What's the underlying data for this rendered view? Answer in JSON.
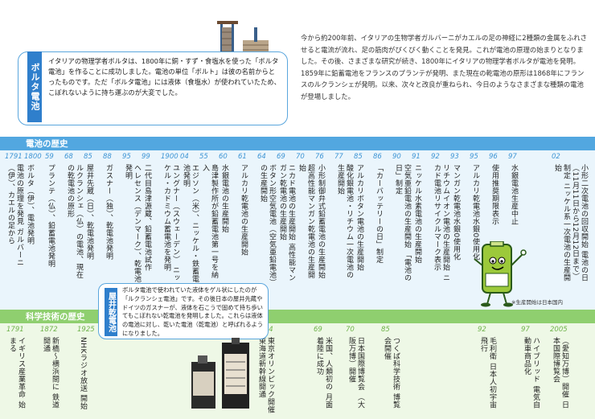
{
  "callout": {
    "tag": "ボルタ電池",
    "text": "イタリアの物理学者ボルタは、1800年に銅・すず・食塩水を使った「ボルタ電池」を作ることに成功しました。電池の単位「ボルト」は彼の名前からとったものです。ただ「ボルタ電池」には液体（食塩水）が使われていたため、こぼれないように持ち運ぶのが大変でした。"
  },
  "intro": "今から約200年前、イタリアの生物学者ガルバーニがカエルの足の神経に2種類の金属をふれさせると電流が流れ、足の筋肉がぴくぴく動くことを発見。これが電池の原理の始まりとなりました。その後、さまざまな研究が続き、1800年にイタリアの物理学者ボルタが電池を発明。1859年に鉛蓄電池をフランスのプランテが発明、また現在の乾電池の原形は1868年にフランスのルクランシェが発明。以来、次々と改良が重ねられ、今日のようなさまざまな種類の電池が登場しました。",
  "battery_history": {
    "title": "電池の歴史",
    "events": [
      {
        "year": "1791",
        "text": "電池の原理を発見 ガルバーニ（伊）、カエルの足から"
      },
      {
        "year": "1800",
        "text": "ボルタ（伊）、電池発明"
      },
      {
        "year": "59",
        "text": "プランテ（仏）、鉛蓄電池発明"
      },
      {
        "year": "68",
        "text": "ルクランシェ（仏）の電池、現在の乾電池の原形"
      },
      {
        "year": "85",
        "text": "屋井先蔵（日）、乾電池発明"
      },
      {
        "year": "88",
        "text": "ガスナー（独）、乾電池発明"
      },
      {
        "year": "95",
        "text": "ヘレセンス（デンマーク）、乾電池発明"
      },
      {
        "year": "99",
        "text": "二代目島津源蔵、鉛蓄電池試作"
      },
      {
        "year": "1900",
        "text": "ユングナー（スウェーデン） ニッケル・カドミウム蓄電池を発明"
      },
      {
        "year": "04",
        "text": "エジソン（米）、ニッケル・鉄蓄電池発明"
      },
      {
        "year": "55",
        "text": "島津製作所が鉛蓄電池第一号を納入"
      },
      {
        "year": "60",
        "text": "水銀電池の生産開始"
      },
      {
        "year": "61",
        "text": "アルカリ乾電池の生産開始"
      },
      {
        "year": "64",
        "text": "ボタン形空気電池（空気亜鉛電池）の生産開始"
      },
      {
        "year": "69",
        "text": "ニカド電池の生産開始 高性能マンガン乾電池の生産開始"
      },
      {
        "year": "70",
        "text": "超高性能マンガン乾電池の生産開始"
      },
      {
        "year": "76",
        "text": "小形制御弁式鉛蓄電池の生産開始"
      },
      {
        "year": "77",
        "text": "酸化銀電池・リチウム一次電池の生産開始"
      },
      {
        "year": "85",
        "text": "アルカリボタン電池の生産開始"
      },
      {
        "year": "86",
        "text": "「カーバッテリーの日」制定"
      },
      {
        "year": "90",
        "text": "空気亜鉛電池の生産開始 「電池の日」制定"
      },
      {
        "year": "91",
        "text": "ニッケル水素電池の生産開始"
      },
      {
        "year": "92",
        "text": "リチウムイオン電池の生産開始 ニカド電池リサイクルマーク表示"
      },
      {
        "year": "93",
        "text": "マンガン乾電池水銀0使用化"
      },
      {
        "year": "95",
        "text": "アルカリ乾電池水銀0使用化"
      },
      {
        "year": "96",
        "text": "使用推奨期限表示"
      },
      {
        "year": "97",
        "text": "水銀電池生産中止"
      },
      {
        "year": "02",
        "text": "小形二次電池の回収開始 電池の日（11月11日から12月12日まで）制定 ニッケル系一次電池の生産開始"
      }
    ],
    "note": "※生産開始は日本国内"
  },
  "ishii": {
    "tag": "屋井乾電池",
    "text": "ボルタ電池で使われていた液体をゲル状にしたのが「ルクランシェ電池」です。その後日本の屋井先蔵やドイツのガスナーが、液体を石こうで固めて持ち歩いてもこぼれない乾電池を発明しました。これらは液体の電池に対し、乾いた電池（乾電池）と呼ばれるようになりました。"
  },
  "science_history": {
    "title": "科学技術の歴史",
    "events": [
      {
        "year": "1791",
        "text": "イギリス産業革命 始まる"
      },
      {
        "year": "1872",
        "text": "新橋〜横浜間に 鉄道開通"
      },
      {
        "year": "1925",
        "text": "NHKラジオ放送 開始"
      },
      {
        "year": "1964",
        "text": "東京オリンピック開催 東海道新幹線開通"
      },
      {
        "year": "69",
        "text": "米国、人類初の 月面着陸に成功"
      },
      {
        "year": "70",
        "text": "日本国際博覧会 （大阪万博）開催"
      },
      {
        "year": "85",
        "text": "つくば科学技術 博覧会開催"
      },
      {
        "year": "92",
        "text": "毛利衛 日本人初宇宙飛行"
      },
      {
        "year": "97",
        "text": "ハイブリッド 電気自動車商品化"
      },
      {
        "year": "2005",
        "text": "（愛知万博）開催 日本国際博覧会"
      }
    ]
  }
}
